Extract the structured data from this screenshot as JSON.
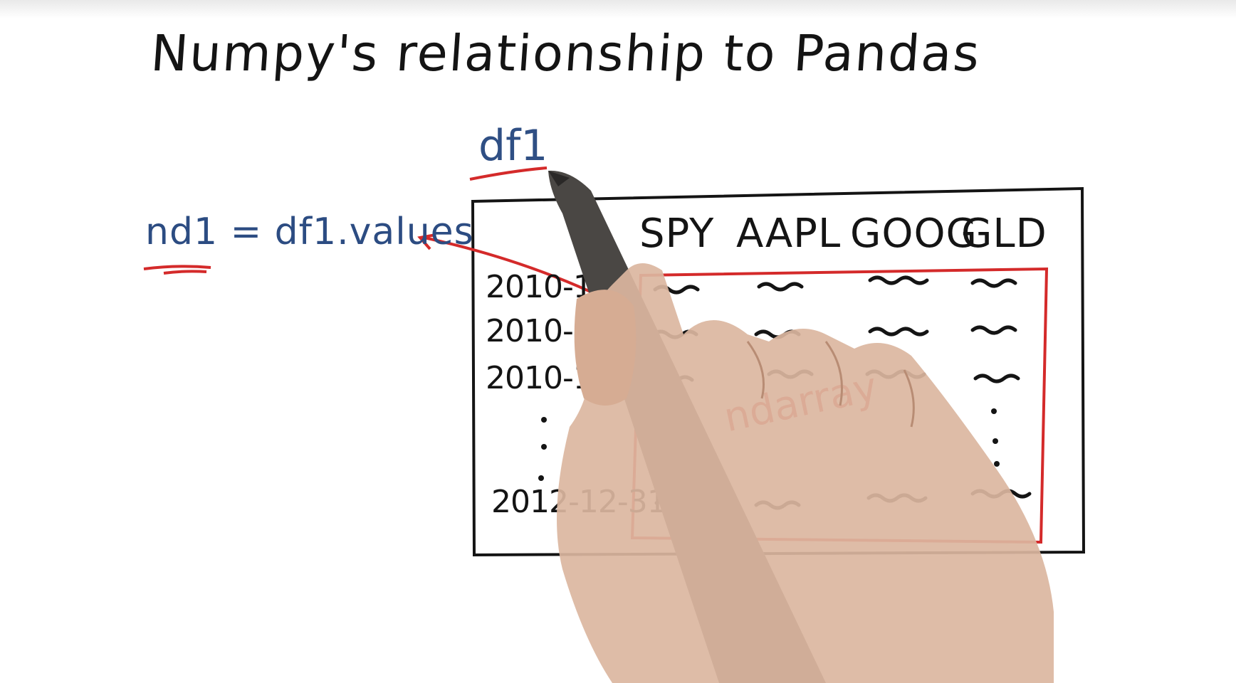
{
  "diagram": {
    "title": "Numpy's relationship to Pandas",
    "dataframe_name": "df1",
    "assignment": "nd1 = df1.values",
    "columns": [
      "SPY",
      "AAPL",
      "GOOG",
      "GLD"
    ],
    "row_labels": [
      "2010-1-2",
      "2010-1-3",
      "2010-1-4",
      "2012-12-31"
    ],
    "inner_label": "ndarray"
  },
  "colors": {
    "ink_black": "#141414",
    "ink_blue": "#2f4f84",
    "ink_red": "#d42a2a",
    "pen": "#4a4744",
    "skin": "#dbb6a0"
  }
}
